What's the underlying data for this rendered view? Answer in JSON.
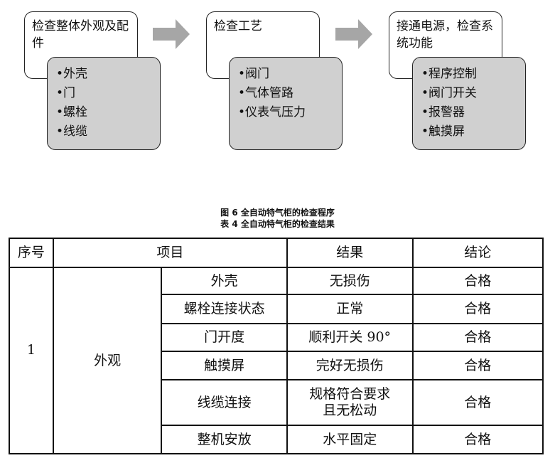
{
  "diagram": {
    "steps": [
      {
        "title": "检查整体外观及配件",
        "items": [
          "外壳",
          "门",
          "螺栓",
          "线缆"
        ]
      },
      {
        "title": "检查工艺",
        "items": [
          "阀门",
          "气体管路",
          "仪表气压力"
        ]
      },
      {
        "title": "接通电源，检查系统功能",
        "items": [
          "程序控制",
          "阀门开关",
          "报警器",
          "触摸屏"
        ]
      }
    ],
    "bullet": "•"
  },
  "figure_caption": "图 6 全自动特气柜的检查程序",
  "table_caption": "表 4 全自动特气柜的检查结果",
  "table": {
    "headers": [
      "序号",
      "项目",
      "结果",
      "结论"
    ],
    "seq": "1",
    "category": "外观",
    "rows": [
      {
        "item": "外壳",
        "result": "无损伤",
        "conclusion": "合格"
      },
      {
        "item": "螺栓连接状态",
        "result": "正常",
        "conclusion": "合格"
      },
      {
        "item": "门开度",
        "result": "顺利开关 90°",
        "conclusion": "合格"
      },
      {
        "item": "触摸屏",
        "result": "完好无损伤",
        "conclusion": "合格"
      },
      {
        "item": "线缆连接",
        "result": "规格符合要求且无松动",
        "conclusion": "合格"
      },
      {
        "item": "整机安放",
        "result": "水平固定",
        "conclusion": "合格"
      }
    ]
  }
}
